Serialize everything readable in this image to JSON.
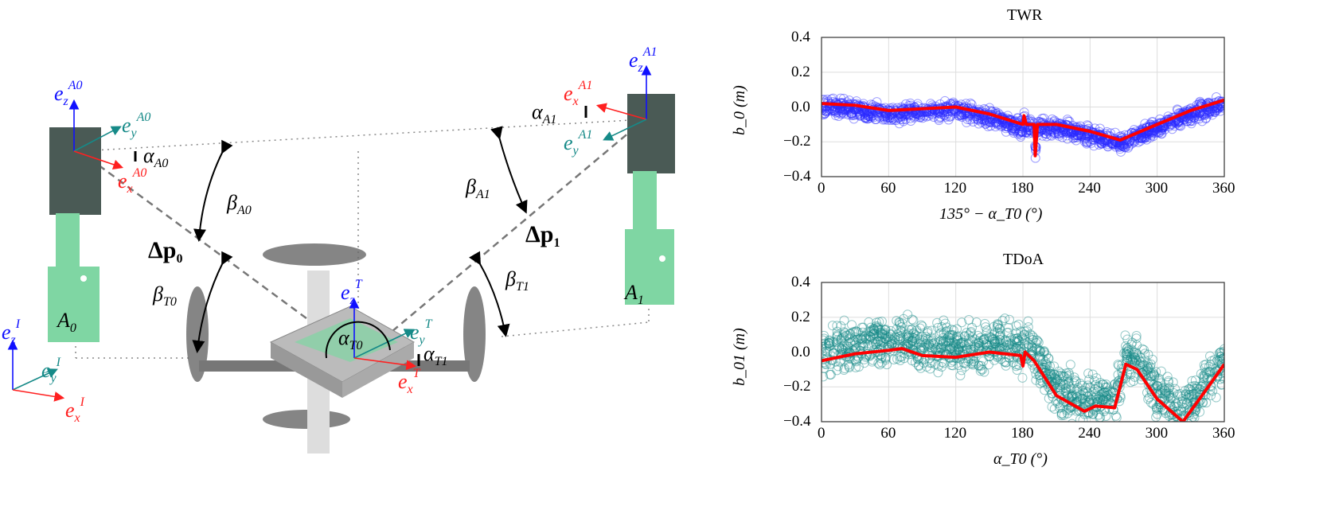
{
  "diagram": {
    "labels": {
      "ezA0": {
        "base": "e",
        "sub": "z",
        "sup": "A0"
      },
      "eyA0": {
        "base": "e",
        "sub": "y",
        "sup": "A0"
      },
      "exA0": {
        "base": "e",
        "sub": "x",
        "sup": "A0"
      },
      "alphaA0": {
        "base": "α",
        "sub": "A0"
      },
      "betaA0": {
        "base": "β",
        "sub": "A0"
      },
      "dp0": {
        "base": "Δp",
        "sub": "0"
      },
      "betaT0": {
        "base": "β",
        "sub": "T0"
      },
      "A0": {
        "base": "A",
        "sub": "0"
      },
      "ezI": {
        "base": "e",
        "sub": "z",
        "sup": "I"
      },
      "eyI": {
        "base": "e",
        "sub": "y",
        "sup": "I"
      },
      "exI": {
        "base": "e",
        "sub": "x",
        "sup": "I"
      },
      "ezA1": {
        "base": "e",
        "sub": "z",
        "sup": "A1"
      },
      "exA1": {
        "base": "e",
        "sub": "x",
        "sup": "A1"
      },
      "eyA1": {
        "base": "e",
        "sub": "y",
        "sup": "A1"
      },
      "alphaA1": {
        "base": "α",
        "sub": "A1"
      },
      "betaA1": {
        "base": "β",
        "sub": "A1"
      },
      "dp1": {
        "base": "Δp",
        "sub": "1"
      },
      "betaT1": {
        "base": "β",
        "sub": "T1"
      },
      "A1": {
        "base": "A",
        "sub": "1"
      },
      "ezT": {
        "base": "e",
        "sub": "z",
        "sup": "T"
      },
      "eyT": {
        "base": "e",
        "sub": "y",
        "sup": "T"
      },
      "exT": {
        "base": "e",
        "sub": "x",
        "sup": "T"
      },
      "alphaT0": {
        "base": "α",
        "sub": "T0"
      },
      "alphaT1": {
        "base": "α",
        "sub": "T1"
      }
    },
    "colors": {
      "z": "#1010ff",
      "x": "#ff2020",
      "y": "#168a88",
      "anchor_board": "#6fcf97"
    }
  },
  "chart_data": [
    {
      "type": "scatter",
      "title": "TWR",
      "xlabel": "135° − α_T0 (°)",
      "ylabel": "b_0 (m)",
      "xlim": [
        0,
        360
      ],
      "ylim": [
        -0.4,
        0.4
      ],
      "xticks": [
        "0",
        "60",
        "120",
        "180",
        "240",
        "300",
        "360"
      ],
      "yticks": [
        "−0.4",
        "−0.2",
        "0.0",
        "0.2",
        "0.4"
      ],
      "grid": true,
      "scatter_color": "#2a2aff",
      "line_color": "#ff0000",
      "marker": "open-circle",
      "mean_line": {
        "x": [
          0,
          30,
          60,
          90,
          120,
          150,
          170,
          180,
          181,
          183,
          190,
          191,
          193,
          210,
          240,
          267,
          300,
          330,
          360
        ],
        "y": [
          0.02,
          0.01,
          -0.02,
          -0.01,
          0.0,
          -0.04,
          -0.08,
          -0.1,
          -0.05,
          -0.1,
          -0.1,
          -0.28,
          -0.1,
          -0.1,
          -0.14,
          -0.19,
          -0.1,
          -0.02,
          0.04
        ]
      }
    },
    {
      "type": "scatter",
      "title": "TDoA",
      "xlabel": "α_T0 (°)",
      "ylabel": "b_01 (m)",
      "xlim": [
        0,
        360
      ],
      "ylim": [
        -0.4,
        0.4
      ],
      "xticks": [
        "0",
        "60",
        "120",
        "180",
        "240",
        "300",
        "360"
      ],
      "yticks": [
        "−0.4",
        "−0.2",
        "0.0",
        "0.2",
        "0.4"
      ],
      "grid": true,
      "scatter_color": "#168a88",
      "line_color": "#ff0000",
      "marker": "open-circle",
      "mean_line": {
        "x": [
          0,
          30,
          60,
          72,
          90,
          120,
          150,
          178,
          180,
          182,
          190,
          210,
          235,
          245,
          262,
          272,
          282,
          300,
          323,
          340,
          360
        ],
        "y": [
          -0.05,
          -0.01,
          0.01,
          0.02,
          -0.02,
          -0.03,
          0.0,
          -0.02,
          -0.08,
          0.0,
          -0.05,
          -0.25,
          -0.34,
          -0.31,
          -0.32,
          -0.07,
          -0.1,
          -0.27,
          -0.4,
          -0.25,
          -0.07
        ]
      }
    }
  ]
}
